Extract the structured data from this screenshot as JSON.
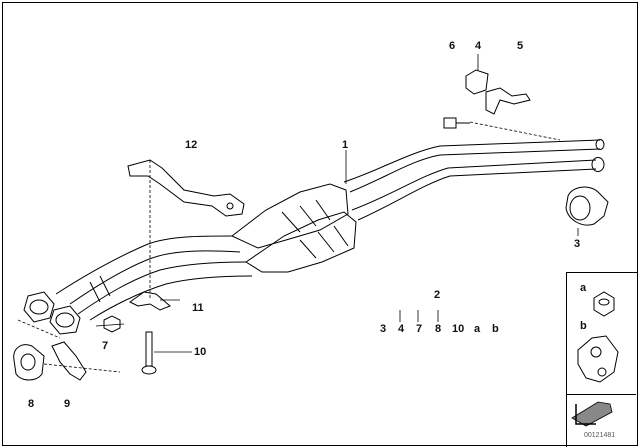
{
  "diagram": {
    "callouts": {
      "n1": "1",
      "n2": "2",
      "n3": "3",
      "n4": "4",
      "n5": "5",
      "n6": "6",
      "n7": "7",
      "n8": "8",
      "n9": "9",
      "n10": "10",
      "n11": "11",
      "n12": "12"
    },
    "parts_row": [
      "3",
      "4",
      "7",
      "8",
      "10",
      "a",
      "b"
    ],
    "legend": {
      "a": "a",
      "b": "b"
    },
    "image_code": "00121481"
  }
}
